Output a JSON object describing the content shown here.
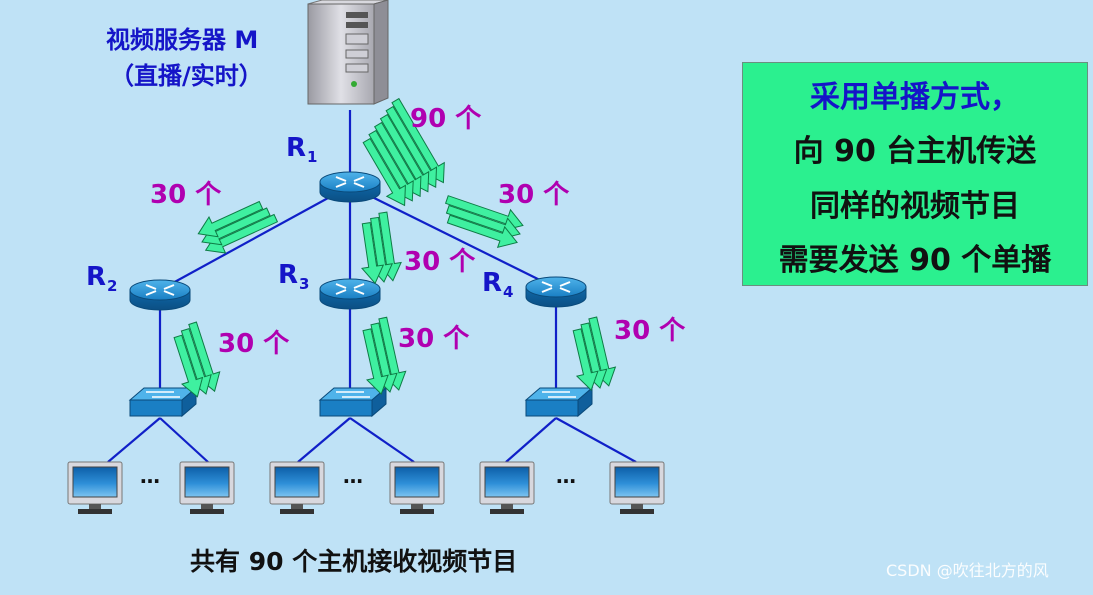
{
  "server": {
    "label_line1": "视频服务器 M",
    "label_line2": "（直播/实时）"
  },
  "routers": [
    {
      "id": "R1",
      "name": "R",
      "subscript": "1"
    },
    {
      "id": "R2",
      "name": "R",
      "subscript": "2"
    },
    {
      "id": "R3",
      "name": "R",
      "subscript": "3"
    },
    {
      "id": "R4",
      "name": "R",
      "subscript": "4"
    }
  ],
  "flows": {
    "server_to_r1": "90 个",
    "r1_to_r2": "30 个",
    "r1_to_r3": "30 个",
    "r1_to_r4": "30 个",
    "r2_to_switch": "30 个",
    "r3_to_switch": "30 个",
    "r4_to_switch": "30 个"
  },
  "host_group_ellipsis": "…",
  "info_box": {
    "line1": "采用单播方式，",
    "line2": "向 90 台主机传送",
    "line3": "同样的视频节目",
    "line4": "需要发送 90 个单播"
  },
  "footer": "共有 90 个主机接收视频节目",
  "watermark": "CSDN @吹往北方的风",
  "colors": {
    "background": "#bfe2f6",
    "label_blue": "#1515c8",
    "count_magenta": "#b000b0",
    "arrow_green": "#3ff0a0",
    "box_green": "#2bf08f",
    "router_blue": "#1a7fc4",
    "link_blue": "#1020c8"
  },
  "icons": [
    "server-icon",
    "router-icon",
    "switch-icon",
    "monitor-icon",
    "arrow-bundle-icon"
  ]
}
